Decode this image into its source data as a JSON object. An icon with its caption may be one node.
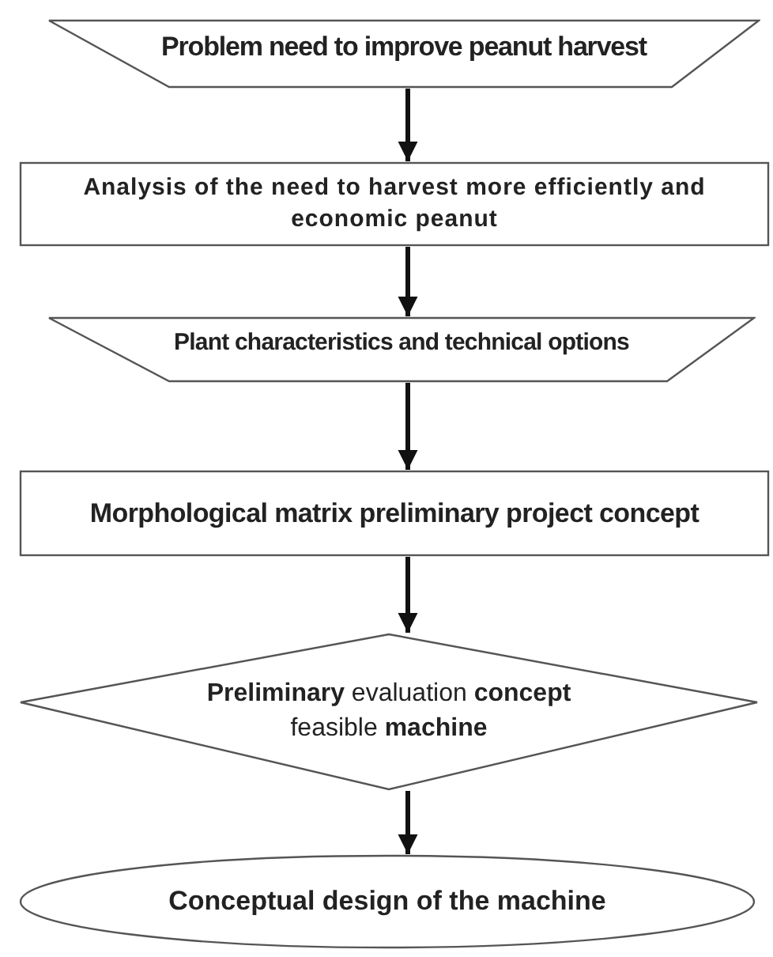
{
  "diagram": {
    "nodes": [
      {
        "text": [
          "Problem need to improve peanut harvest"
        ]
      },
      {
        "text": [
          "Analysis of the need to harvest more efficiently  and economic peanut"
        ]
      },
      {
        "text": [
          "Plant characteristics and technical options"
        ]
      },
      {
        "text": [
          "Morphological matrix preliminary project concept"
        ]
      },
      {
        "text": [
          "**Preliminary** evaluation **concept** feasible **machine**"
        ]
      },
      {
        "text": [
          "Conceptual design of the machine"
        ]
      }
    ],
    "edges": [
      {
        "from": 0,
        "to": 1,
        "arrow": "to"
      },
      {
        "from": 1,
        "to": 2,
        "arrow": "to"
      },
      {
        "from": 2,
        "to": 3,
        "arrow": "to"
      },
      {
        "from": 3,
        "to": 4,
        "arrow": "to"
      },
      {
        "from": 4,
        "to": 5,
        "arrow": "to"
      }
    ]
  }
}
